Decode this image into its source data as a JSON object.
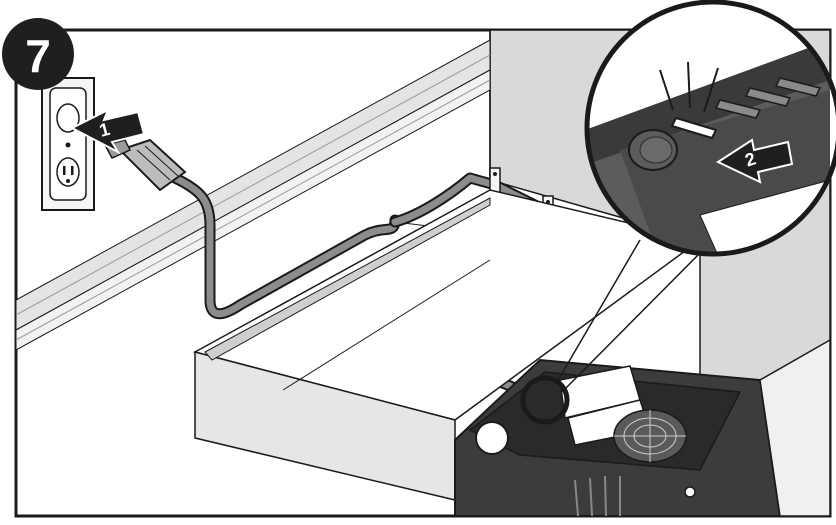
{
  "step": {
    "number": "7"
  },
  "arrows": [
    {
      "label": "1",
      "target": "power-outlet"
    },
    {
      "label": "2",
      "target": "power-indicator-light"
    }
  ],
  "colors": {
    "outline": "#1a1a1a",
    "wall": "#d6d6d6",
    "wall_light": "#ececec",
    "cord": "#8c8c8c",
    "unit_body": "#3c3c3c",
    "unit_top": "#2a2a2a",
    "label_white": "#ffffff",
    "badge": "#1f1f1f"
  },
  "icons": [
    "outlet-icon",
    "plug-icon",
    "power-cord",
    "fan-grille-icon",
    "magnifier-callout",
    "light-rays-icon"
  ]
}
